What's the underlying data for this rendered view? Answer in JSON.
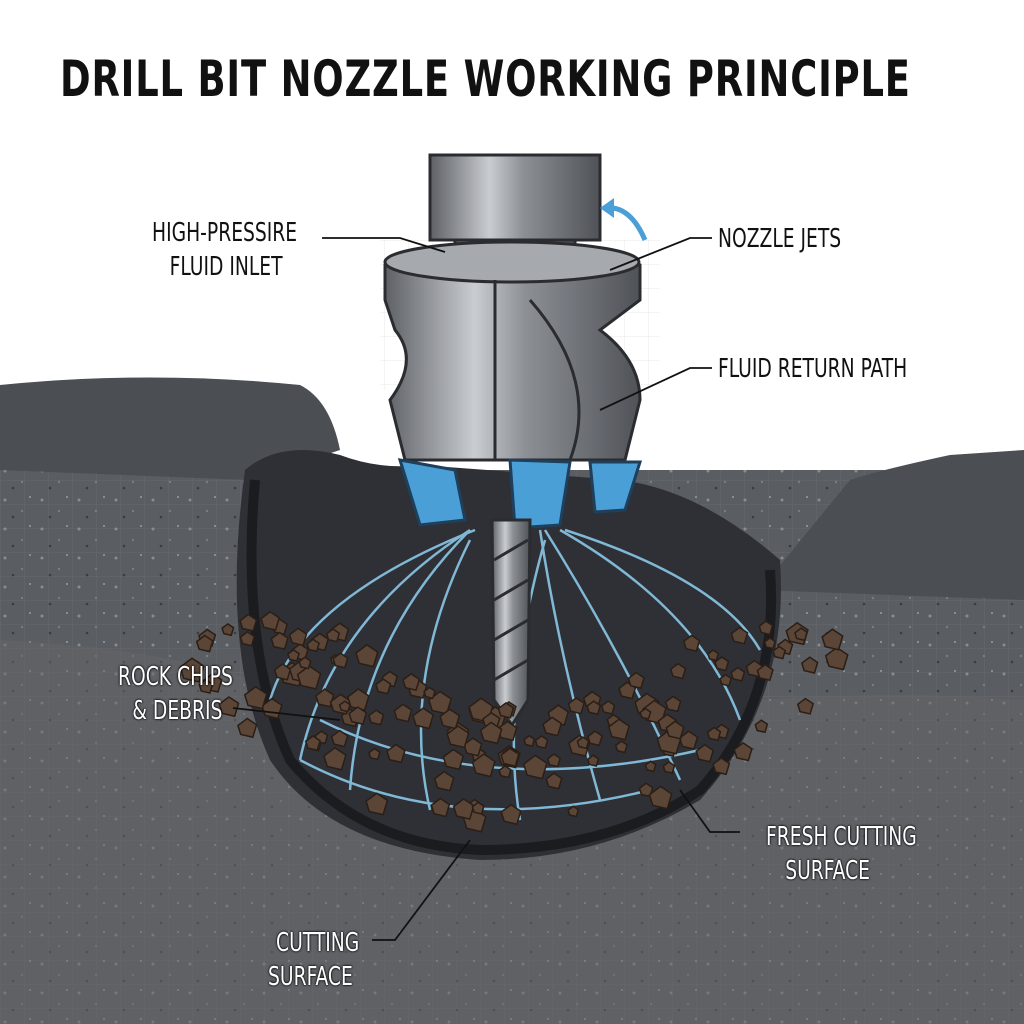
{
  "title": "DRILL BIT NOZZLE WORKING PRINCIPLE",
  "labels": {
    "inlet_1": "HIGH-PRESSIRE",
    "inlet_2": "FLUID INLET",
    "nozzle_jets": "NOZZLE JETS",
    "return_path": "FLUID RETURN PATH",
    "chips_1": "ROCK CHIPS",
    "chips_2": "& DEBRIS",
    "fresh_1": "FRESH CUTTING",
    "fresh_2": "SURFACE",
    "cutting_1": "CUTTING",
    "cutting_2": "SURFACE"
  },
  "colors": {
    "rock_upper": "#4b4e53",
    "rock_lower": "#5a5d61",
    "crater": "#2e3035",
    "steel": "#8a8d92",
    "nozzle": "#4a9fd6",
    "fluid": "#8fd0f2",
    "chips": "#5a4536"
  }
}
